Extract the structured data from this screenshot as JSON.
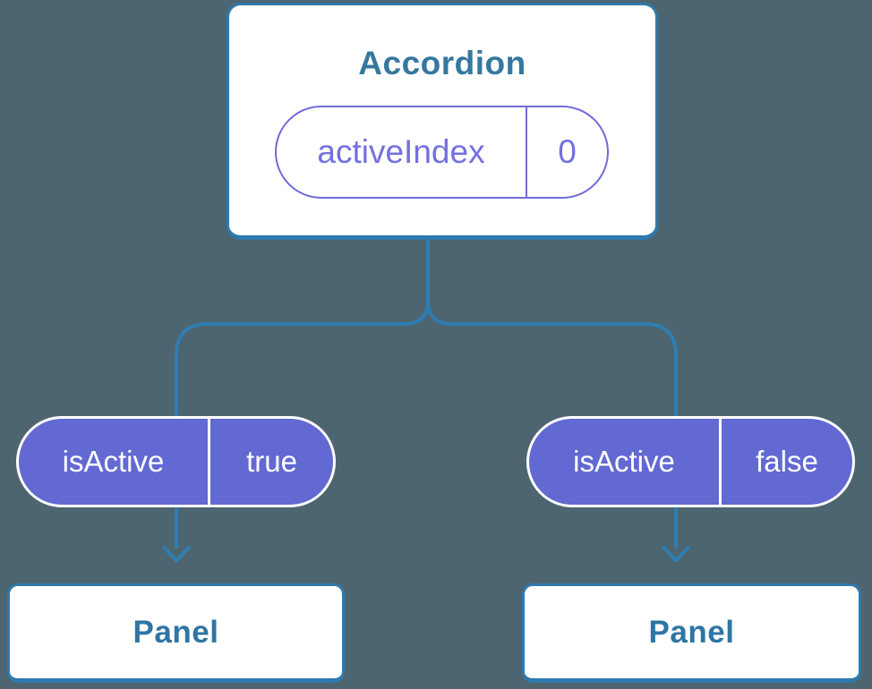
{
  "diagram": {
    "type": "component-tree",
    "parent": {
      "title": "Accordion",
      "state_pill": {
        "name": "activeIndex",
        "value": "0"
      }
    },
    "children": [
      {
        "prop_pill": {
          "name": "isActive",
          "value": "true"
        },
        "panel_label": "Panel"
      },
      {
        "prop_pill": {
          "name": "isActive",
          "value": "false"
        },
        "panel_label": "Panel"
      }
    ],
    "colors": {
      "bg": "#4d6570",
      "line": "#2e7eb3",
      "box_border": "#2f7aad",
      "title_text": "#35779f",
      "panel_text": "#2f75a4",
      "pill_fill": "#6269d2",
      "pill_border": "#6f6cd8",
      "pill_text": "#7370e0",
      "pill_text_light": "#ffffff",
      "box_fill": "#ffffff"
    }
  }
}
